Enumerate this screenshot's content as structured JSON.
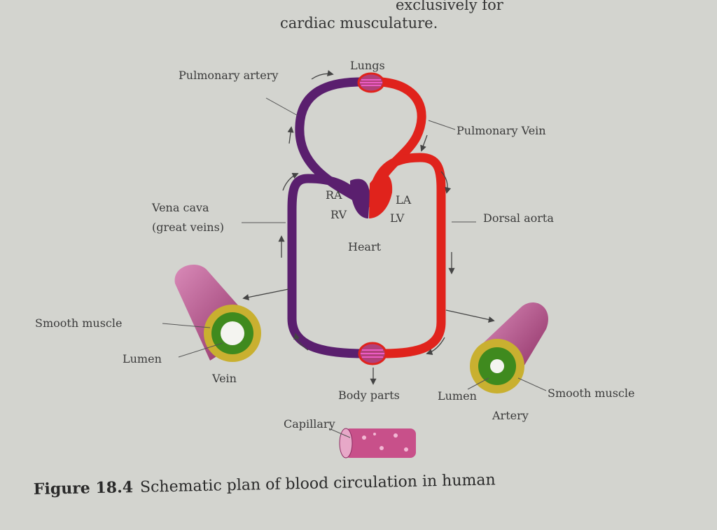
{
  "page_text": {
    "line1": "exclusively for",
    "line2": "cardiac musculature."
  },
  "labels": {
    "lungs": "Lungs",
    "pulmonary_artery": "Pulmonary artery",
    "pulmonary_vein": "Pulmonary Vein",
    "vena_cava_1": "Vena cava",
    "vena_cava_2": "(great veins)",
    "dorsal_aorta": "Dorsal aorta",
    "ra": "RA",
    "rv": "RV",
    "la": "LA",
    "lv": "LV",
    "heart": "Heart",
    "smooth_muscle_left": "Smooth muscle",
    "lumen_left": "Lumen",
    "vein": "Vein",
    "body_parts": "Body parts",
    "lumen_right": "Lumen",
    "smooth_muscle_right": "Smooth muscle",
    "artery": "Artery",
    "capillary": "Capillary"
  },
  "caption": {
    "number": "Figure 18.4",
    "text": "Schematic plan of blood circulation in human"
  },
  "colors": {
    "deoxygenated": "#5a1f6e",
    "oxygenated": "#e0231c",
    "vessel_pink": "#b0407a",
    "smooth_muscle": "#c9b030",
    "lumen_ring": "#3f8a1e",
    "background": "#d3d4cf"
  }
}
